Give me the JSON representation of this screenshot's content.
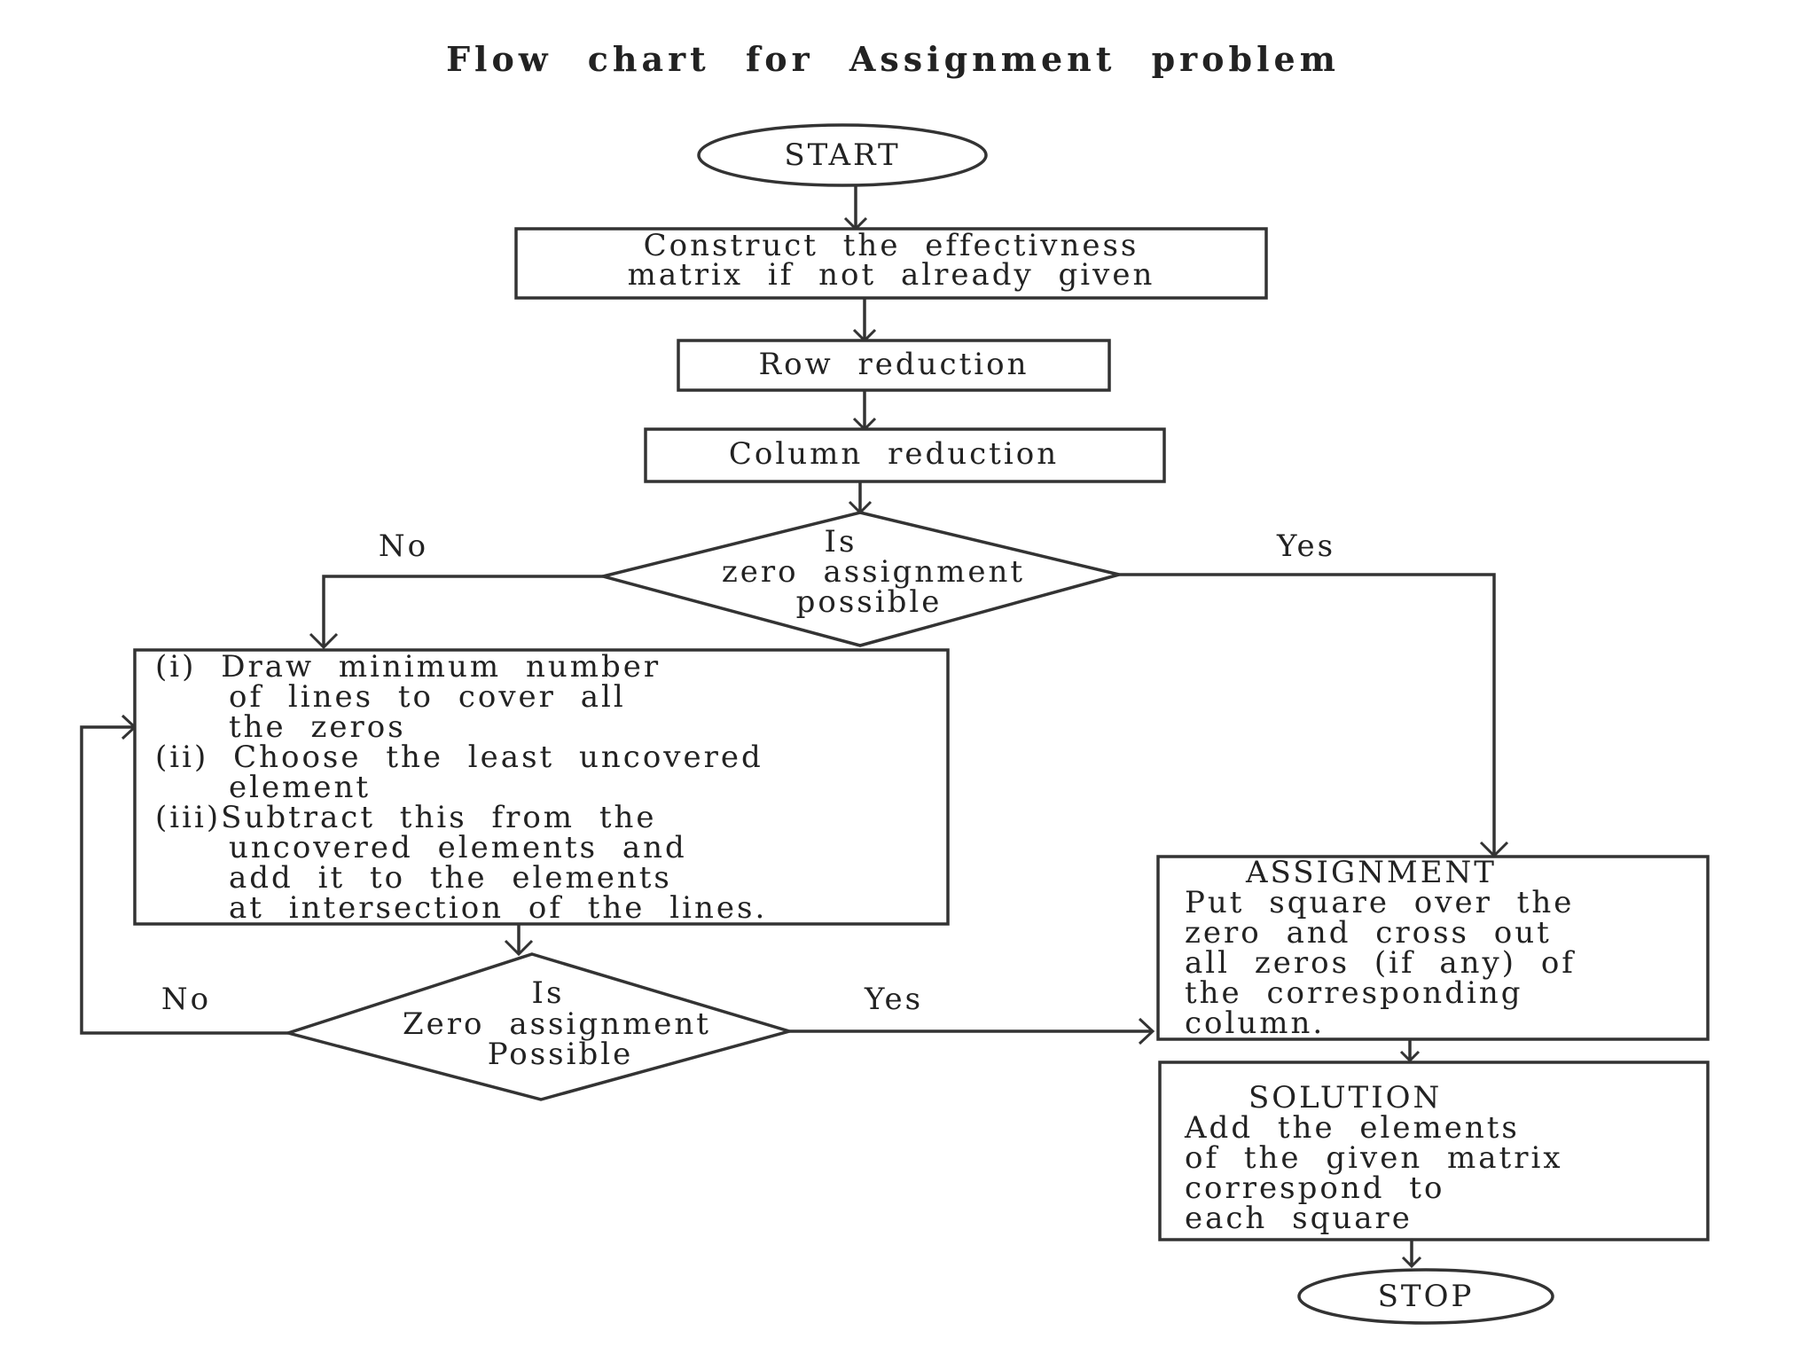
{
  "diagram": {
    "title": "Flow chart for Assignment problem",
    "nodes": {
      "start": [
        "START"
      ],
      "construct": [
        "Construct the effectivness",
        "matrix if not already given"
      ],
      "row_reduction": [
        "Row reduction"
      ],
      "column_reduction": [
        "Column reduction"
      ],
      "decision1": [
        "Is",
        "zero assignment",
        "possible"
      ],
      "draw_lines": [
        "(i) Draw minimum number",
        "of lines to cover all",
        "the zeros",
        "(ii) Choose the least uncovered",
        "element",
        "(iii)Subtract this from the",
        "uncovered elements and",
        "add it to the elements",
        "at intersection of the lines."
      ],
      "decision2": [
        "Is",
        "Zero assignment",
        "Possible"
      ],
      "assignment": [
        "ASSIGNMENT",
        "Put square over the",
        "zero and cross out",
        "all zeros (if any) of",
        "the corresponding",
        "column."
      ],
      "solution": [
        "SOLUTION",
        "Add the elements",
        "of the given matrix",
        "correspond to",
        "each square"
      ],
      "stop": [
        "STOP"
      ]
    },
    "edge_labels": {
      "d1_no": "No",
      "d1_yes": "Yes",
      "d2_no": "No",
      "d2_yes": "Yes"
    }
  }
}
